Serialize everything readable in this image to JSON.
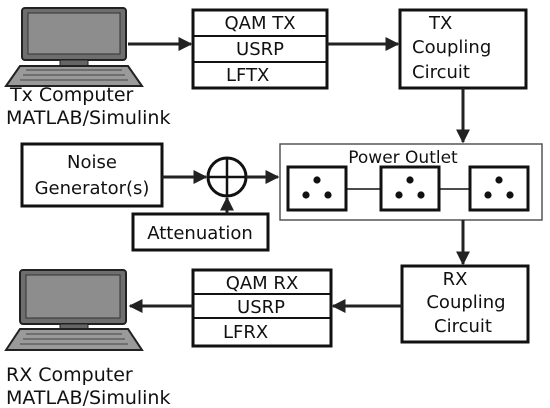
{
  "tx_computer": {
    "line1": "Tx Computer",
    "line2": "MATLAB/Simulink"
  },
  "rx_computer": {
    "line1": "RX Computer",
    "line2": "MATLAB/Simulink"
  },
  "tx_stack": [
    "QAM TX",
    "USRP",
    "LFTX"
  ],
  "rx_stack": [
    "QAM RX",
    "USRP",
    "LFRX"
  ],
  "tx_coupling": [
    "TX",
    "Coupling",
    "Circuit"
  ],
  "rx_coupling": [
    "RX",
    "Coupling",
    "Circuit"
  ],
  "noise_generator": [
    "Noise",
    "Generator(s)"
  ],
  "attenuation": "Attenuation",
  "power_outlet": "Power Outlet"
}
